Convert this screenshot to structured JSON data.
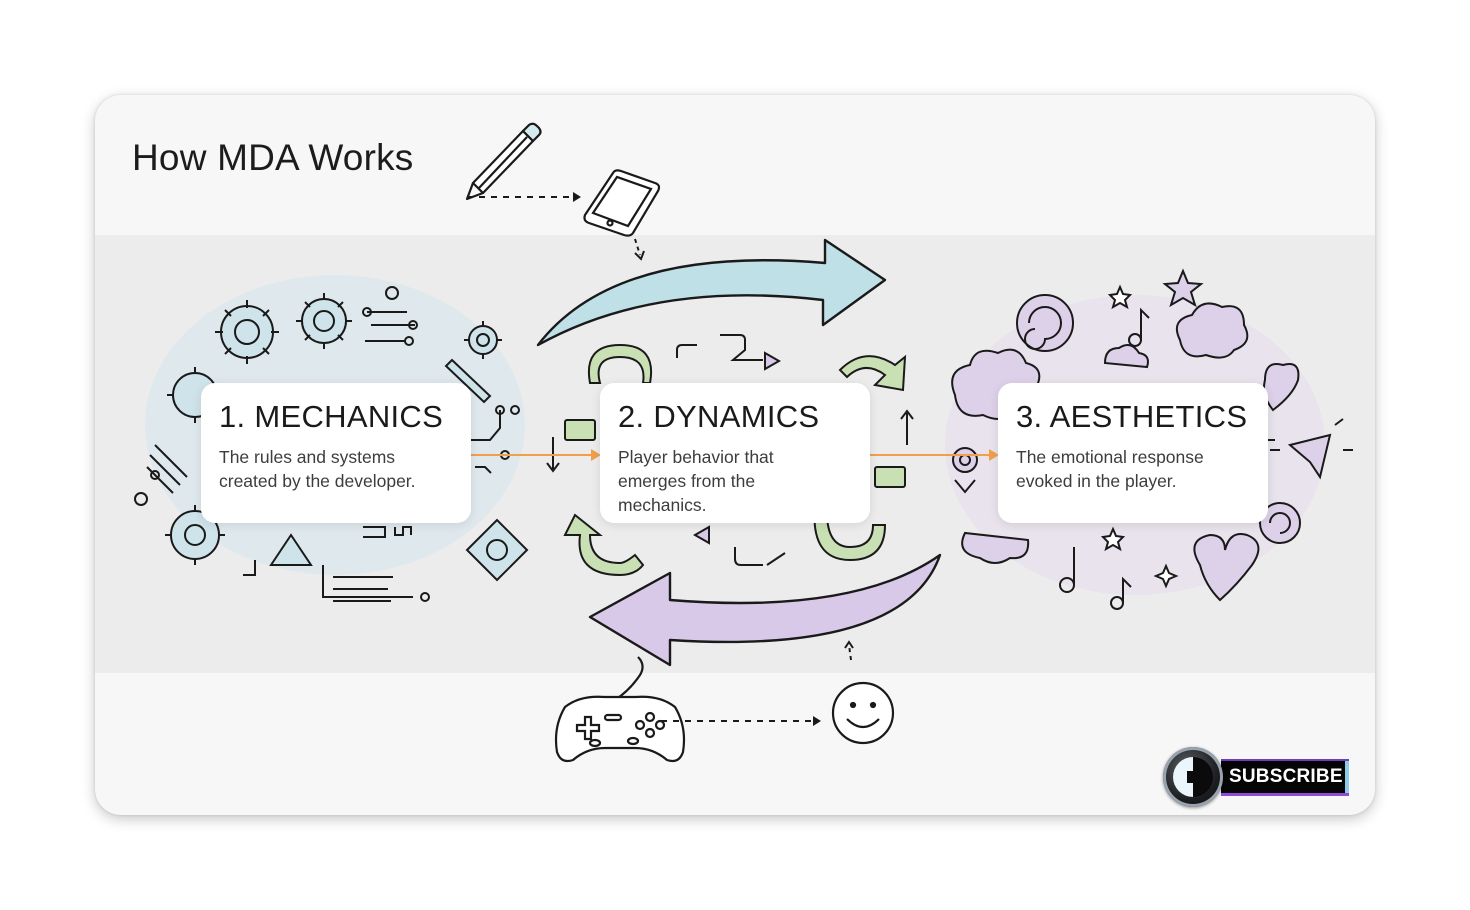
{
  "slide": {
    "title": "How MDA Works"
  },
  "stages": [
    {
      "number": "1.",
      "heading": "1. MECHANICS",
      "description_lines": [
        "The rules and systems",
        "created by the developer."
      ],
      "description": "The rules and systems created by the developer.",
      "accent_color": "#b9d9e4",
      "icon_theme": "gears-and-circuits"
    },
    {
      "number": "2.",
      "heading": "2. DYNAMICS",
      "description_lines": [
        "Player behavior that",
        "emerges from the",
        "mechanics."
      ],
      "description": "Player behavior that emerges from the mechanics.",
      "accent_color": "#c9e0b4",
      "icon_theme": "cycle-arrows"
    },
    {
      "number": "3.",
      "heading": "3. AESTHETICS",
      "description_lines": [
        "The emotional response",
        "evoked in the player."
      ],
      "description": "The emotional response evoked in the player.",
      "accent_color": "#d8cce6",
      "icon_theme": "hearts-stars-clouds-music"
    }
  ],
  "flow": {
    "connector_color": "#f0a04b",
    "top_arrow_color": "#bfe0e6",
    "bottom_arrow_color": "#d9c9e8",
    "top_illustrations": [
      "pencil-icon",
      "tablet-icon"
    ],
    "bottom_illustrations": [
      "gamepad-icon",
      "smiley-icon"
    ]
  },
  "subscribe": {
    "label": "SUBSCRIBE"
  }
}
